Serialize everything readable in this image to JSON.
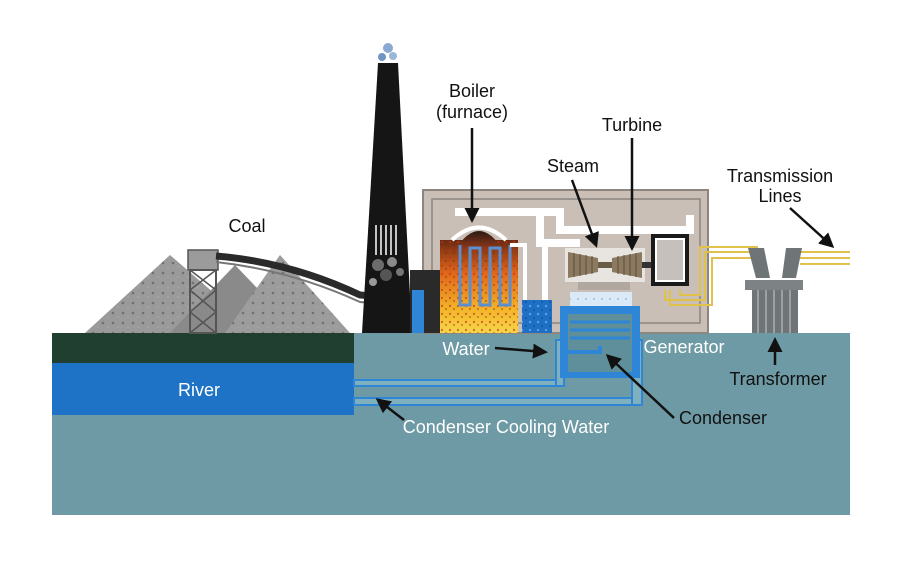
{
  "labels": {
    "coal": "Coal",
    "boiler_line1": "Boiler",
    "boiler_line2": "(furnace)",
    "turbine": "Turbine",
    "steam": "Steam",
    "transmission_line1": "Transmission",
    "transmission_line2": "Lines",
    "water": "Water",
    "generator": "Generator",
    "river": "River",
    "transformer": "Transformer",
    "condenser": "Condenser",
    "condenser_cooling_water": "Condenser Cooling Water"
  },
  "colors": {
    "background": "#ffffff",
    "ground": "#6d9aa5",
    "river": "#1f73c7",
    "grass": "#213f31",
    "plant_building": "#c9bfb7",
    "plant_outline": "#8c8580",
    "smokestack": "#151515",
    "coal_pile": "#8f8f8f",
    "steam_pipe": "#ffffff",
    "water_pipe": "#2f86d6",
    "transmission_line": "#e0c14a",
    "label_dark": "#111111",
    "label_light": "#ffffff"
  }
}
